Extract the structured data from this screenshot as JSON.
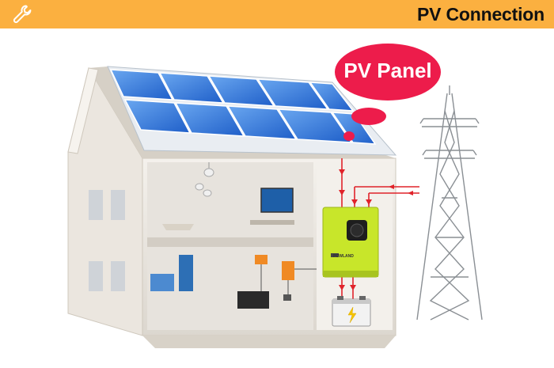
{
  "header": {
    "title": "PV Connection",
    "icon": "wrench-icon",
    "background": "#fbb040"
  },
  "diagram": {
    "callout_label": "PV Panel",
    "callout_color": "#ed1c4b",
    "inverter_brand": "POWLAND",
    "inverter_color": "#c8e62a",
    "arrow_color": "#e0232a"
  }
}
